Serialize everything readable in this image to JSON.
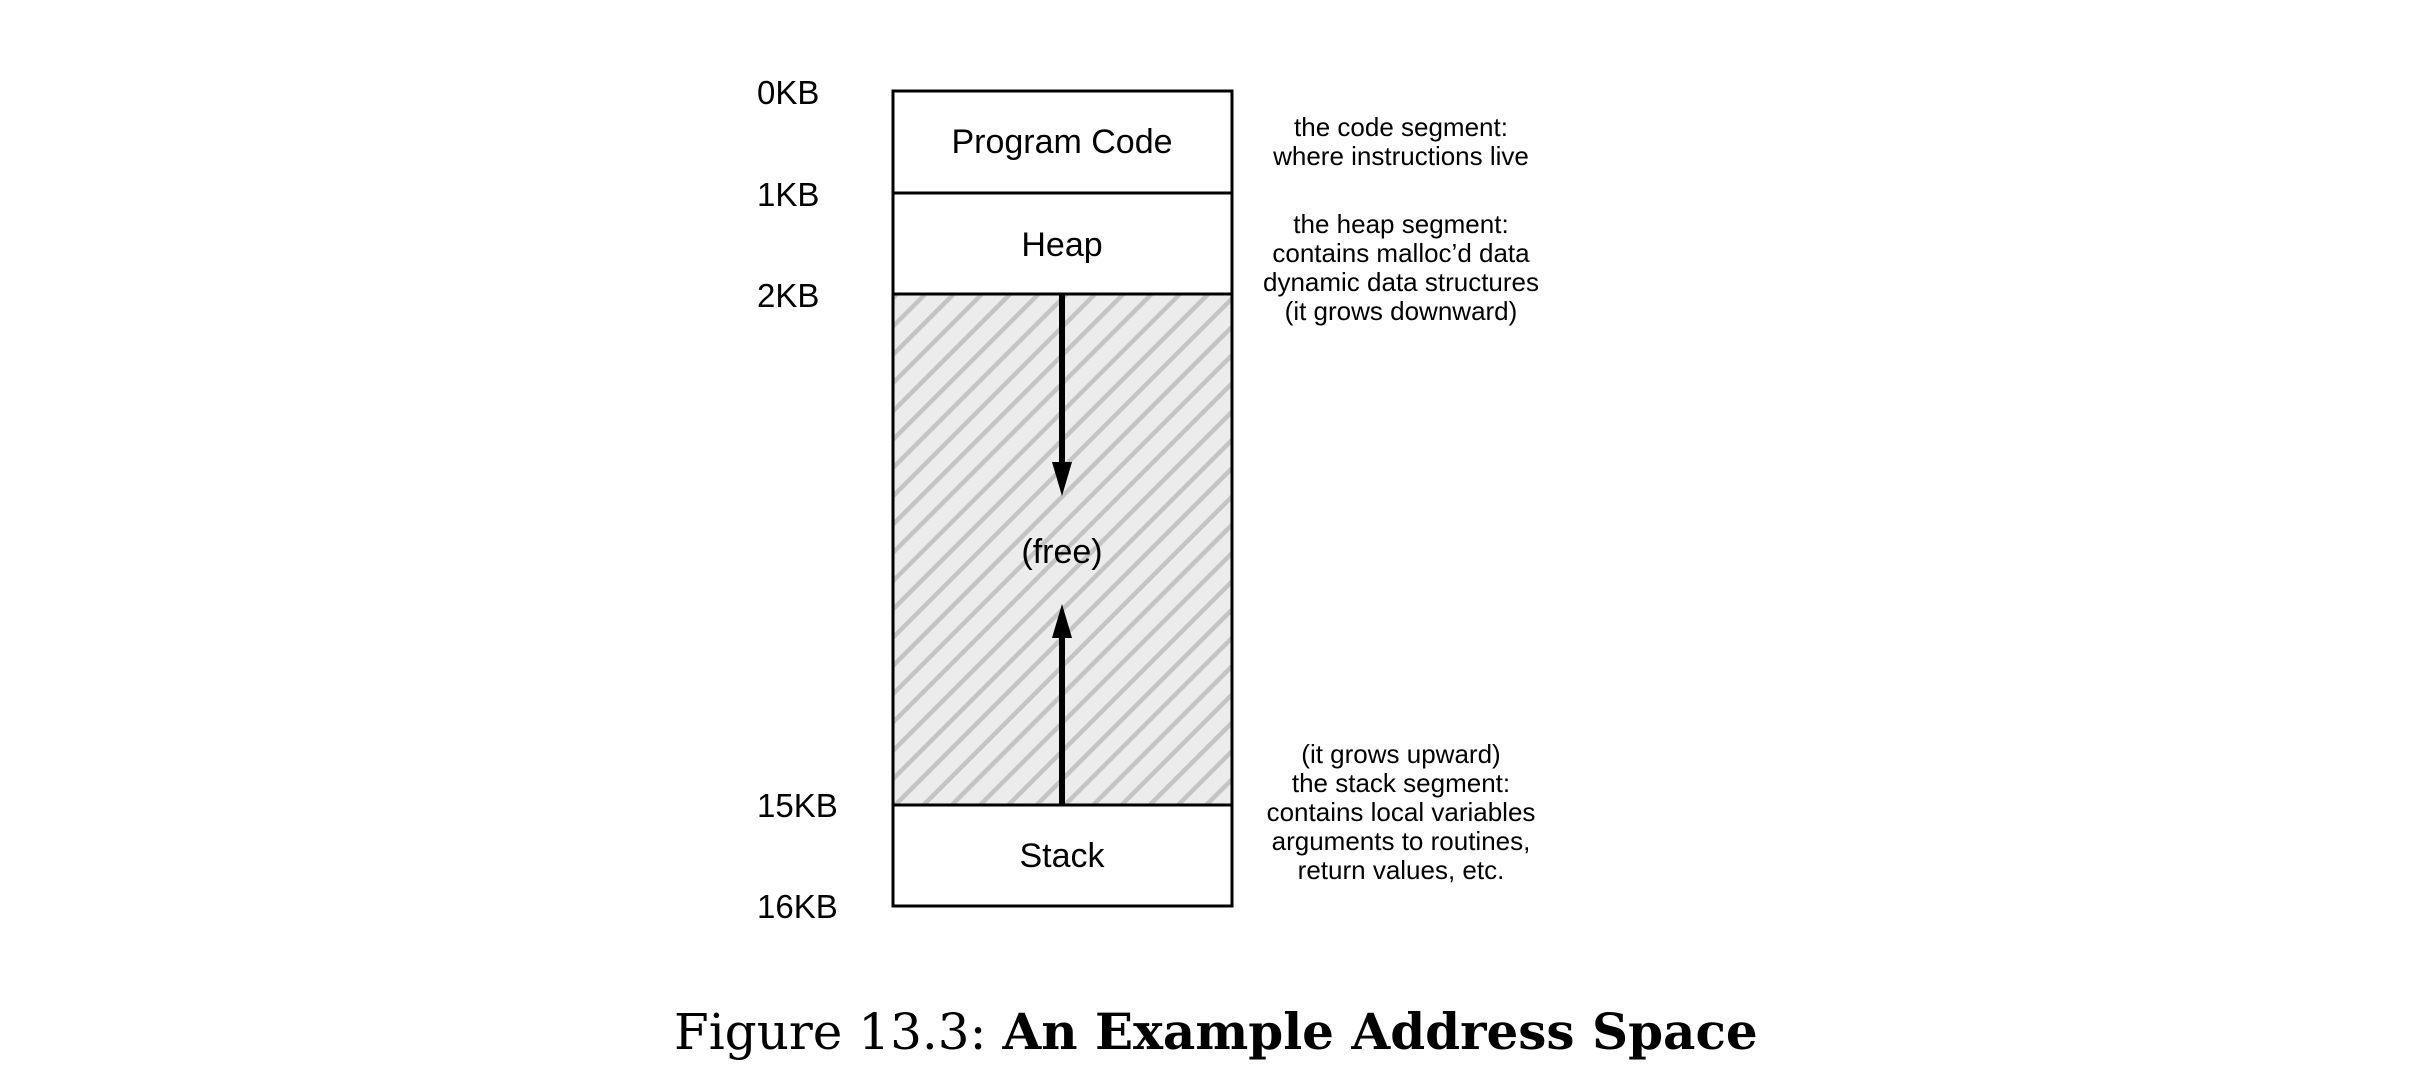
{
  "address_marks": [
    {
      "label": "0KB"
    },
    {
      "label": "1KB"
    },
    {
      "label": "2KB"
    },
    {
      "label": "15KB"
    },
    {
      "label": "16KB"
    }
  ],
  "segments": {
    "code": {
      "label": "Program Code"
    },
    "heap": {
      "label": "Heap"
    },
    "free": {
      "label": "(free)"
    },
    "stack": {
      "label": "Stack"
    }
  },
  "annotations": {
    "code": [
      "the code segment:",
      "where instructions live"
    ],
    "heap": [
      "the heap segment:",
      "contains malloc’d data",
      "dynamic data structures",
      "(it grows downward)"
    ],
    "stack": [
      "(it grows upward)",
      "the stack segment:",
      "contains local variables",
      "arguments to routines,",
      "return values, etc."
    ]
  },
  "caption": {
    "number": "Figure 13.3:",
    "title": "An Example Address Space"
  },
  "colors": {
    "outline": "#000000",
    "hatch": "#c8c8c8",
    "free_fill": "#ececec"
  },
  "icons": {
    "heap_growth": "arrow-down-icon",
    "stack_growth": "arrow-up-icon"
  }
}
